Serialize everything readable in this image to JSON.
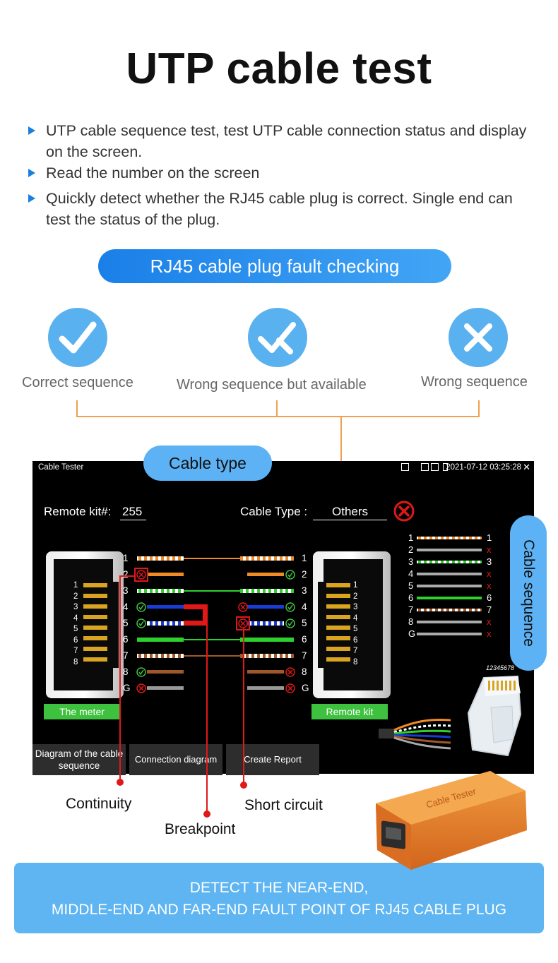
{
  "title": "UTP cable test",
  "bullets": [
    "UTP cable sequence test, test UTP cable connection status and display on the screen.",
    "Read the number on the screen",
    "Quickly detect whether the RJ45 cable plug is correct. Single end can test the status of the plug."
  ],
  "section_pill": "RJ45 cable plug fault checking",
  "statuses": [
    {
      "label": "Correct sequence",
      "icon": "check-icon"
    },
    {
      "label": "Wrong sequence but available",
      "icon": "check-cross-icon"
    },
    {
      "label": "Wrong sequence",
      "icon": "cross-icon"
    }
  ],
  "callouts": {
    "cable_type": "Cable type",
    "cable_sequence": "Cable sequence"
  },
  "screen": {
    "app_title": "Cable Tester",
    "datetime": "2021-07-12 03:25:28",
    "remote_kit_label": "Remote kit#:",
    "remote_kit_value": "255",
    "cable_type_label": "Cable Type :",
    "cable_type_value": "Others",
    "left_pins": [
      "1",
      "2",
      "3",
      "4",
      "5",
      "6",
      "7",
      "8",
      "G"
    ],
    "right_pins": [
      "1",
      "2",
      "3",
      "4",
      "5",
      "6",
      "7",
      "8",
      "G"
    ],
    "port_pins": [
      "1",
      "2",
      "3",
      "4",
      "5",
      "6",
      "7",
      "8"
    ],
    "sequence_pins": [
      "1",
      "2",
      "3",
      "4",
      "5",
      "6",
      "7",
      "8",
      "G"
    ],
    "sequence_right": [
      "1",
      "x",
      "3",
      "x",
      "x",
      "6",
      "7",
      "x",
      "x"
    ],
    "meter_label": "The meter",
    "remote_label": "Remote kit",
    "plug_number": "12345678",
    "buttons": [
      "Diagram of the cable sequence",
      "Connection diagram",
      "Create Report"
    ]
  },
  "annotations": {
    "continuity": "Continuity",
    "short_circuit": "Short circuit",
    "breakpoint": "Breakpoint"
  },
  "device_text": "Cable Tester",
  "bottom_lines": [
    "DETECT THE NEAR-END,",
    "MIDDLE-END AND FAR-END FAULT POINT OF RJ45 CABLE PLUG"
  ],
  "colors": {
    "accent": "#1a7fe0",
    "pill": "#5cb2f4",
    "orange_line": "#f0a050",
    "ok": "#3ec13e",
    "fault": "#e01818"
  }
}
